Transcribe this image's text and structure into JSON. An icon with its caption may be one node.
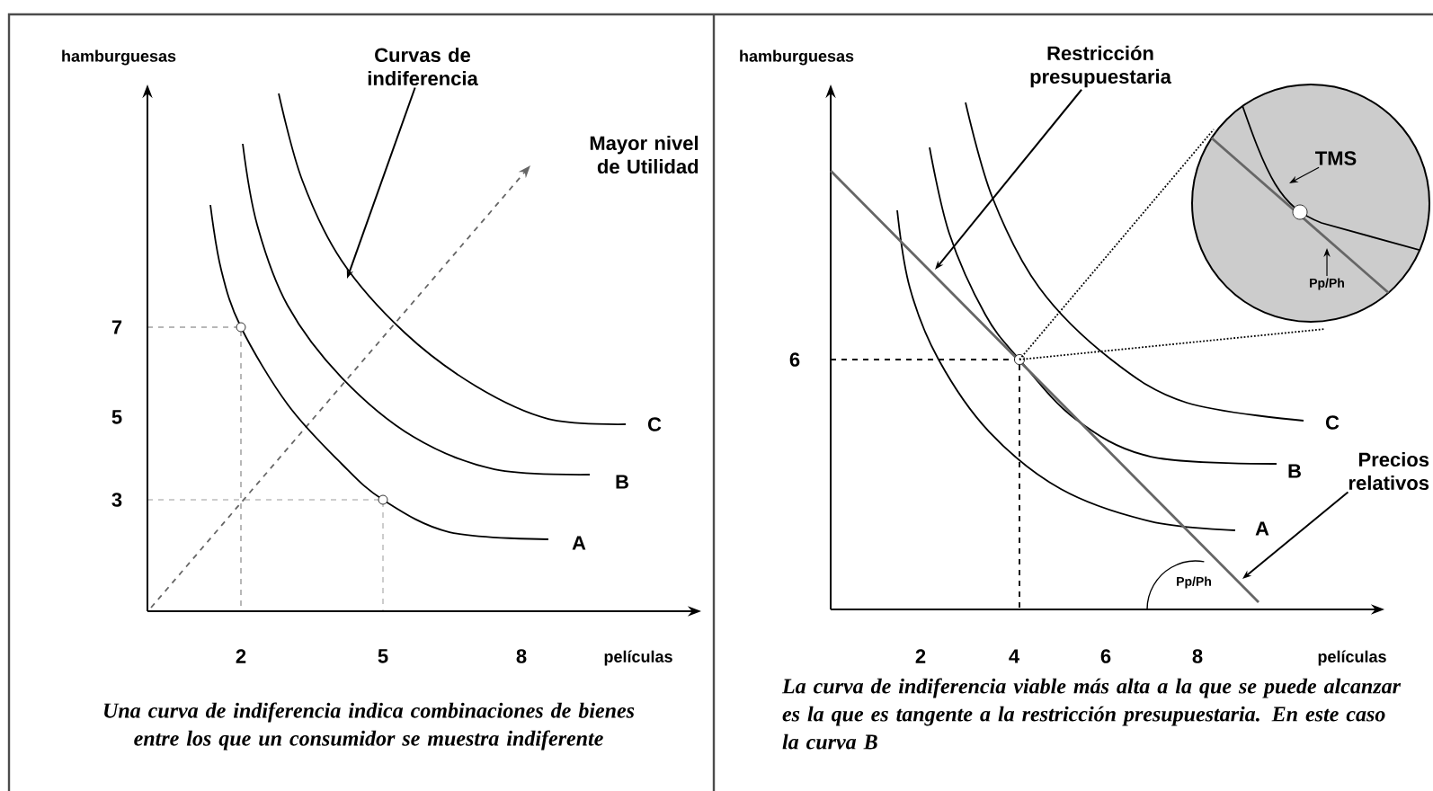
{
  "diagram": {
    "nodes": [
      {
        "text": [
          "Curvas de indiferencia"
        ]
      },
      {
        "text": [
          "Restricción presupuestaria"
        ]
      },
      {
        "text": [
          "Precios relativos"
        ]
      },
      {
        "text": [],
        "shape": "circle"
      },
      {
        "text": [
          "TMS"
        ],
        "in": 3
      },
      {
        "text": [
          "Pp/Ph"
        ],
        "in": 3
      }
    ],
    "edges": [
      {
        "from": 0,
        "to": null,
        "arrow": "to"
      },
      {
        "from": 1,
        "to": null,
        "arrow": "to"
      },
      {
        "from": 2,
        "to": null,
        "arrow": "to"
      },
      {
        "from": 4,
        "to": null,
        "arrow": "to"
      },
      {
        "from": 5,
        "to": null,
        "arrow": "to"
      }
    ],
    "labels": [
      "hamburguesas",
      "Mayor nivel de Utilidad",
      "7",
      "5",
      "C",
      "3",
      "B",
      "A",
      "2",
      "5",
      "8",
      "películas",
      "Una curva de indiferencia indica combinaciones de bienes entre los que un consumidor se muestra indiferente",
      "hamburguesas",
      "6",
      "C",
      "B",
      "A",
      "Pp/Ph",
      "2",
      "4",
      "6",
      "8",
      "películas",
      "La curva de indiferencia viable más alta a la que se puede alcanzar es la que es tangente a la restricción presupuestaria. En este caso la curva B"
    ]
  }
}
